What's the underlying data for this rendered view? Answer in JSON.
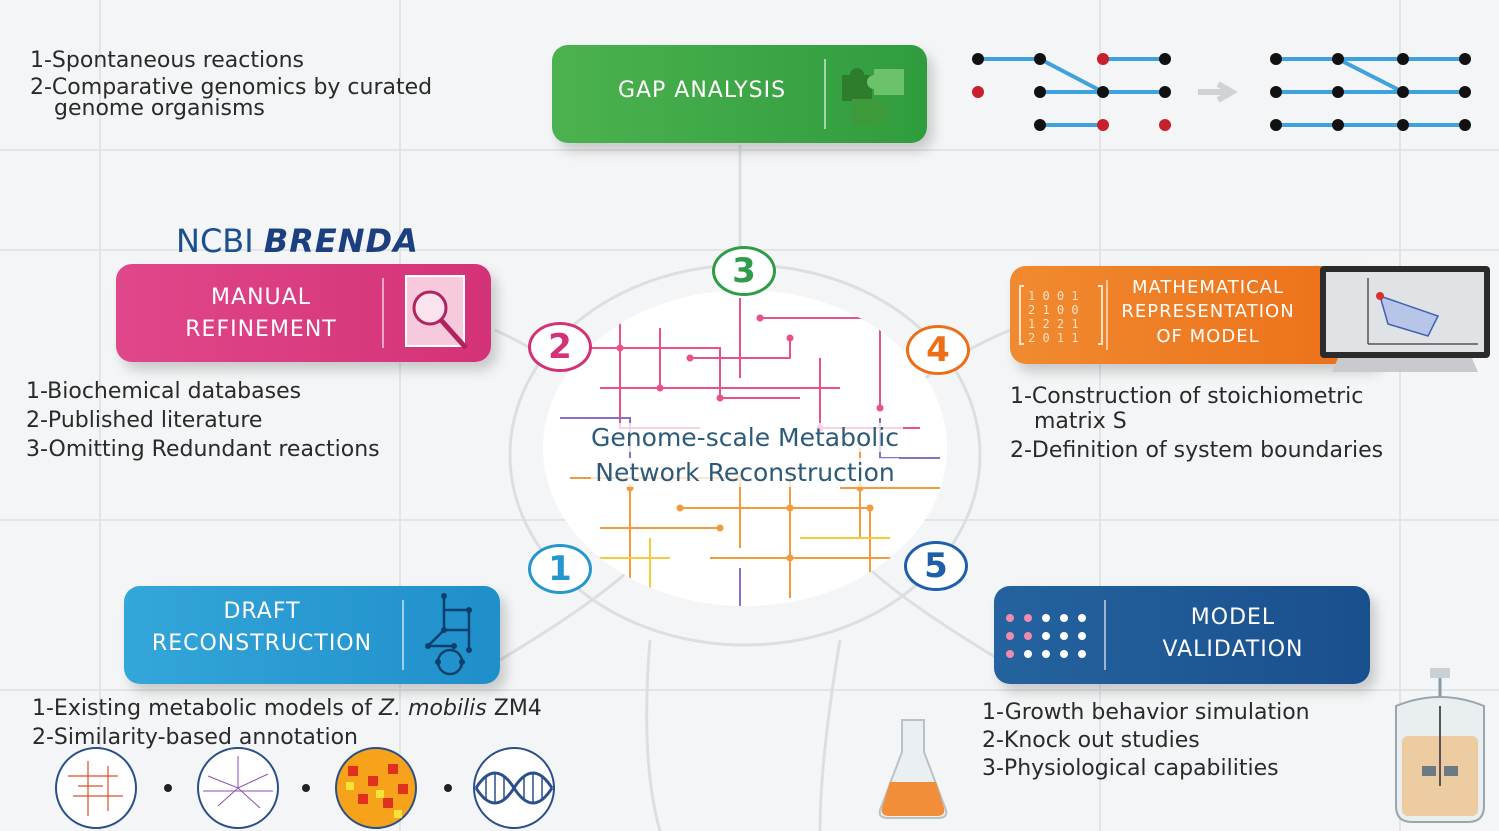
{
  "gap": {
    "label": "GAP ANALYSIS",
    "items": [
      "1-Spontaneous reactions",
      "2-Comparative genomics by curated",
      "genome organisms"
    ]
  },
  "manual": {
    "logo_ncbi": "NCBI",
    "logo_brenda": "BRENDA",
    "label": "MANUAL\nREFINEMENT",
    "items": [
      "1-Biochemical databases",
      "2-Published literature",
      "3-Omitting Redundant reactions"
    ]
  },
  "math": {
    "label": "MATHEMATICAL\nREPRESENTATION\nOF MODEL",
    "items": [
      "1-Construction of stoichiometric",
      "matrix S",
      "2-Definition of system boundaries"
    ]
  },
  "draft": {
    "label": "DRAFT\nRECONSTRUCTION",
    "item1_prefix": "1-Existing metabolic models of ",
    "item1_italic": "Z. mobilis",
    "item1_suffix": " ZM4",
    "item2": "2-Similarity-based annotation"
  },
  "validation": {
    "label": "MODEL\nVALIDATION",
    "items": [
      "1-Growth behavior simulation",
      "2-Knock out studies",
      "3-Physiological capabilities"
    ]
  },
  "center": {
    "line1": "Genome-scale Metabolic",
    "line2": "Network Reconstruction"
  },
  "steps": {
    "s1": "1",
    "s2": "2",
    "s3": "3",
    "s4": "4",
    "s5": "5"
  },
  "colors": {
    "gap": "#3aa346",
    "manual": "#d8367a",
    "math": "#ef7d22",
    "draft": "#2596cf",
    "validation": "#1f5ea8"
  },
  "icons": {
    "gap": "puzzle-icon",
    "manual": "magnifier-icon",
    "math": "monitor-icon",
    "draft": "pathway-icon",
    "validation": "dot-grid-icon",
    "flask": "flask-icon",
    "bioreactor": "bioreactor-icon",
    "dna": "dna-icon"
  }
}
